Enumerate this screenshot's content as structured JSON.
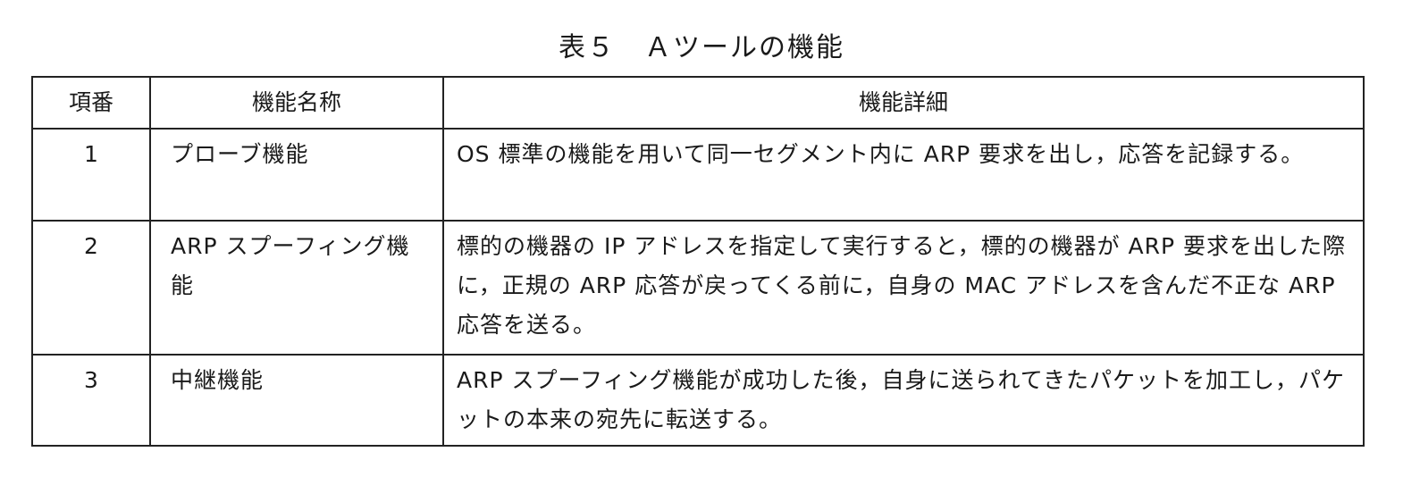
{
  "title": "表５　Ａツールの機能",
  "table": {
    "headers": [
      "項番",
      "機能名称",
      "機能詳細"
    ],
    "rows": [
      {
        "no": "1",
        "name": "プローブ機能",
        "detail": "OS 標準の機能を用いて同一セグメント内に ARP 要求を出し，応答を記録する。"
      },
      {
        "no": "2",
        "name": "ARP スプーフィング機能",
        "detail": "標的の機器の IP アドレスを指定して実行すると，標的の機器が ARP 要求を出した際に，正規の ARP 応答が戻ってくる前に，自身の MAC アドレスを含んだ不正な ARP 応答を送る。"
      },
      {
        "no": "3",
        "name": "中継機能",
        "detail": "ARP スプーフィング機能が成功した後，自身に送られてきたパケットを加工し，パケットの本来の宛先に転送する。"
      }
    ]
  }
}
